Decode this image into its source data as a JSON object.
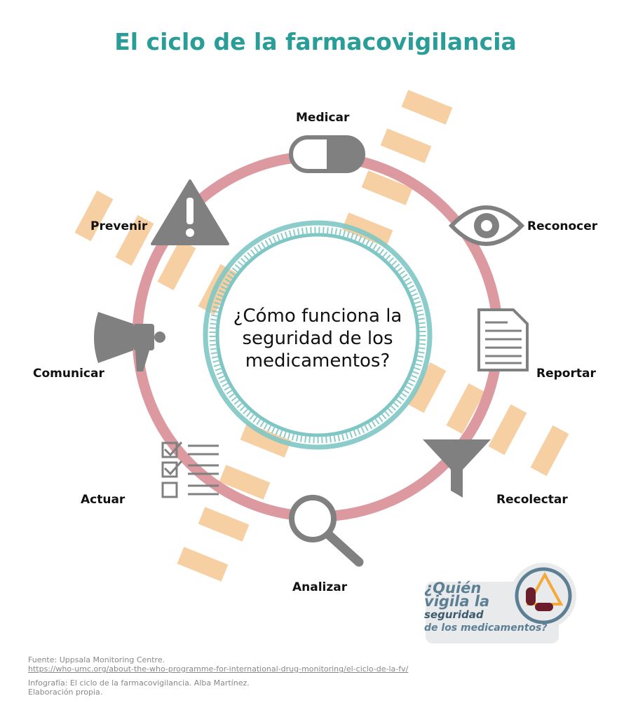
{
  "title": "El ciclo de la farmacovigilancia",
  "center_question": "¿Cómo funciona la seguridad de los medicamentos?",
  "steps": [
    {
      "label": "Medicar",
      "icon": "pill-icon"
    },
    {
      "label": "Reconocer",
      "icon": "eye-icon"
    },
    {
      "label": "Reportar",
      "icon": "document-icon"
    },
    {
      "label": "Recolectar",
      "icon": "funnel-icon"
    },
    {
      "label": "Analizar",
      "icon": "magnifier-icon"
    },
    {
      "label": "Actuar",
      "icon": "checklist-icon"
    },
    {
      "label": "Comunicar",
      "icon": "megaphone-icon"
    },
    {
      "label": "Prevenir",
      "icon": "warning-icon"
    }
  ],
  "logo": {
    "line1": "¿Quién",
    "line2": "vigila la",
    "line3": "seguridad",
    "line4": "de los medicamentos?"
  },
  "footer": {
    "source": "Fuente: Uppsala Monitoring Centre.",
    "url": "https://who-umc.org/about-the-who-programme-for-international-drug-monitoring/el-ciclo-de-la-fv/",
    "credit": "Infografía: El ciclo de la farmacovigilancia. Alba Martínez.",
    "credit2": "Elaboración propia."
  },
  "colors": {
    "title": "#2a9d98",
    "ring": "#dc9aa0",
    "inner": "#7fc6c4",
    "accent": "#f6cfa3",
    "icon": "#808080"
  }
}
